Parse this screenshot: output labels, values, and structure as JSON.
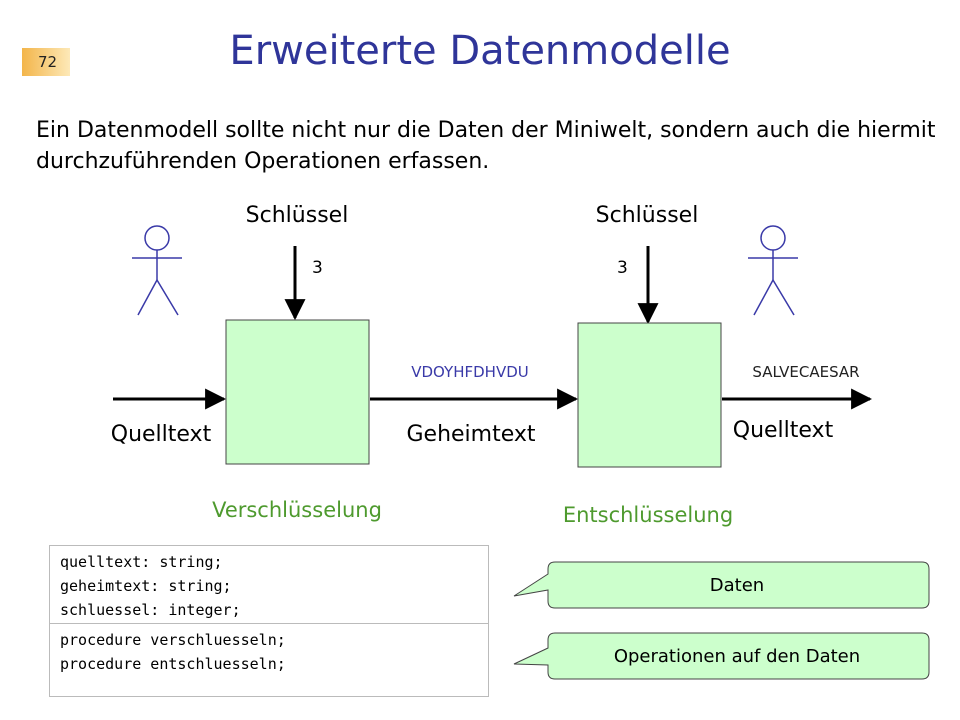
{
  "slide": {
    "number": "72",
    "title": "Erweiterte Datenmodelle"
  },
  "intro": "Ein Datenmodell sollte nicht nur die Daten der Miniwelt, sondern auch die hiermit durchzuführenden Operationen erfassen.",
  "diagram": {
    "key_label_left": "Schlüssel",
    "key_label_right": "Schlüssel",
    "key_value_left": "3",
    "key_value_right": "3",
    "source_text_left": "Quelltext",
    "cipher_text": "Geheimtext",
    "source_text_right": "Quelltext",
    "cipher_sample": "VDOYHFDHVDU",
    "plain_sample": "SALVECAESAR",
    "encrypt_label": "Verschlüsselung",
    "decrypt_label": "Entschlüsselung"
  },
  "code": {
    "data_lines": [
      "quelltext: string;",
      "geheimtext: string;",
      "schluessel: integer;"
    ],
    "operation_lines": [
      "procedure verschluesseln;",
      "procedure entschluesseln;"
    ]
  },
  "callouts": {
    "data": "Daten",
    "operations": "Operationen auf den Daten"
  },
  "colors": {
    "title": "#2f3599",
    "box_fill": "#ccffcc",
    "green_label": "#4e9a2e",
    "cipher_sample": "#3a3aa8"
  }
}
